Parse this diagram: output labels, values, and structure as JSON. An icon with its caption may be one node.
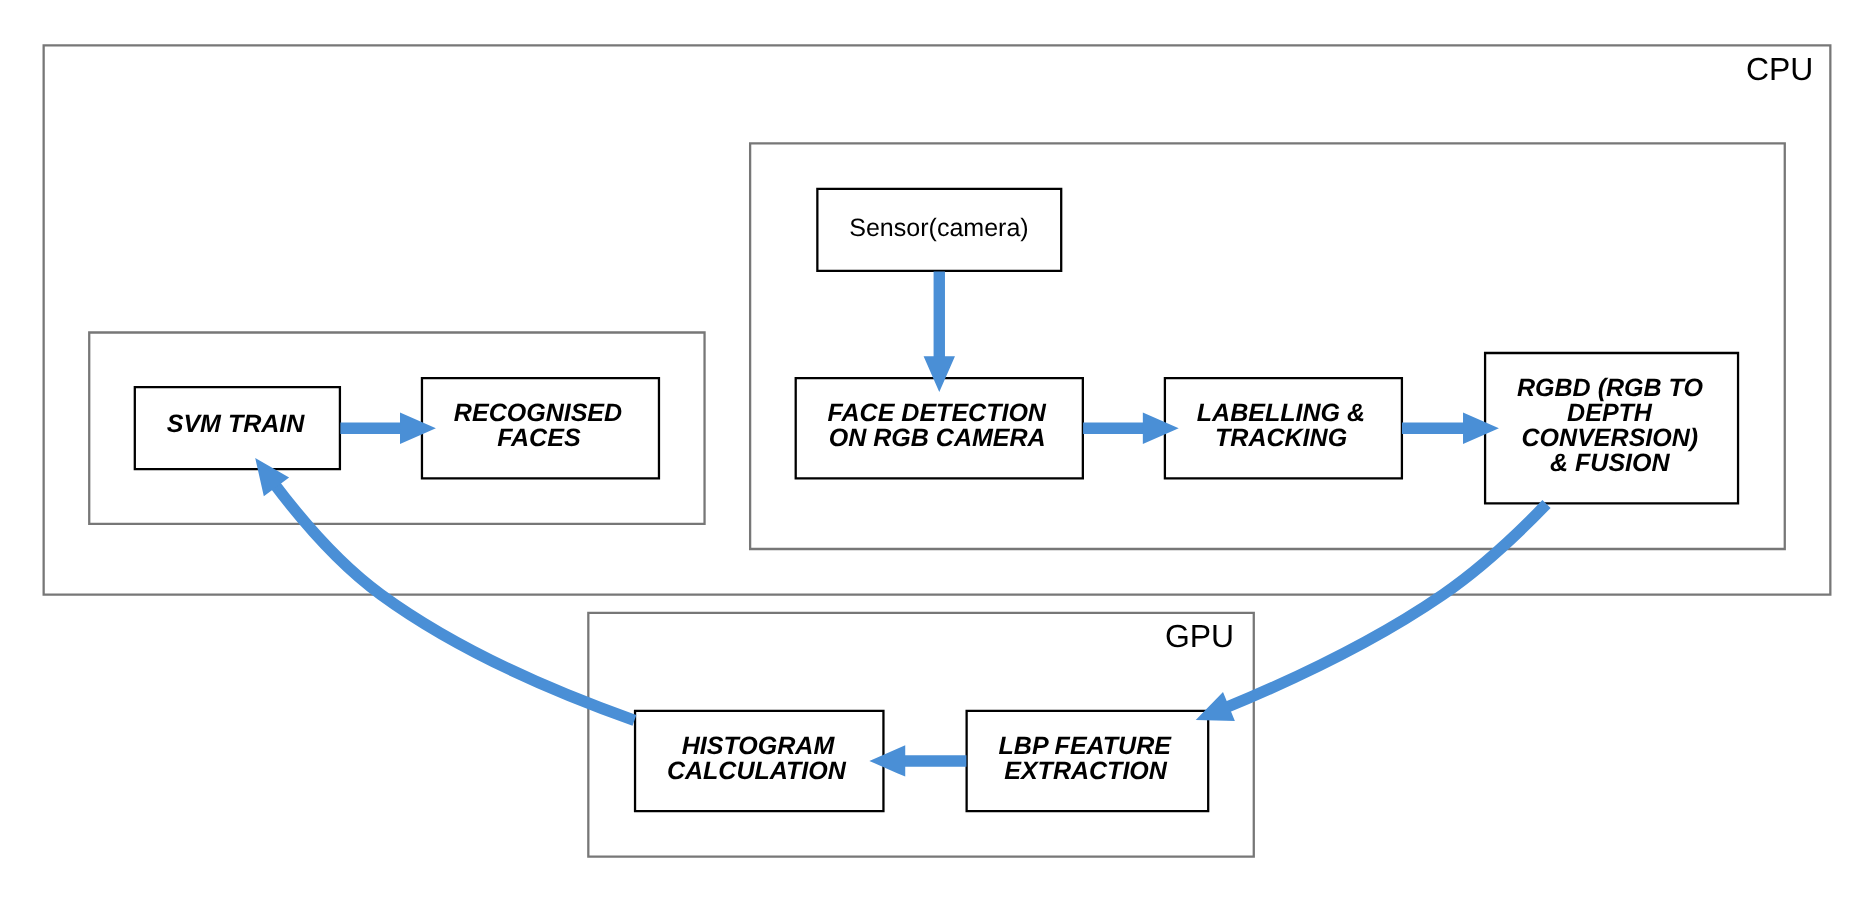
{
  "diagram": {
    "nodes": [
      {
        "text": [
          "CPU"
        ]
      },
      {
        "text": [],
        "shape": "box",
        "in": 0
      },
      {
        "text": [
          "Sensor(camera)"
        ],
        "in": 1
      },
      {
        "text": [
          "FACE DETECTION ON RGB CAMERA"
        ],
        "in": 1
      },
      {
        "text": [
          "LABELLING & TRACKING"
        ],
        "in": 1
      },
      {
        "text": [
          "RGBD (RGB TO DEPTH CONVERSION) & FUSION"
        ],
        "in": 1
      },
      {
        "text": [],
        "shape": "box",
        "in": 0
      },
      {
        "text": [
          "SVM TRAIN"
        ],
        "in": 6
      },
      {
        "text": [
          "RECOGNISED FACES"
        ],
        "in": 6
      },
      {
        "text": [
          "GPU"
        ]
      },
      {
        "text": [
          "LBP FEATURE EXTRACTION"
        ],
        "in": 9
      },
      {
        "text": [
          "HISTOGRAM CALCULATION"
        ],
        "in": 9
      }
    ],
    "edges": [
      {
        "from": 2,
        "to": 3,
        "arrow": "to"
      },
      {
        "from": 3,
        "to": 4,
        "arrow": "to"
      },
      {
        "from": 4,
        "to": 5,
        "arrow": "to"
      },
      {
        "from": 5,
        "to": 10,
        "arrow": "to"
      },
      {
        "from": 10,
        "to": 11,
        "arrow": "to"
      },
      {
        "from": 11,
        "to": 7,
        "arrow": "to"
      },
      {
        "from": 7,
        "to": 8,
        "arrow": "to"
      }
    ]
  }
}
